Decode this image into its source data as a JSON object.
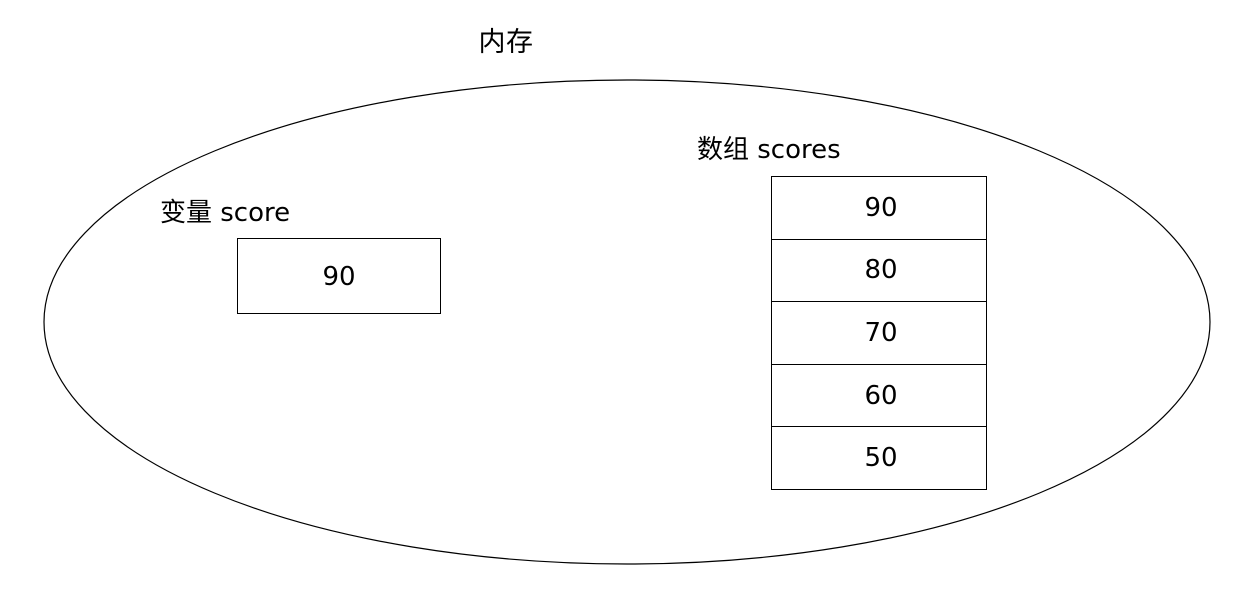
{
  "diagram": {
    "title": "内存",
    "shape": "ellipse",
    "stroke_color": "#000000",
    "background_color": "#ffffff"
  },
  "variable": {
    "label": "变量 score",
    "value": "90"
  },
  "array": {
    "label": "数组 scores",
    "cells": [
      {
        "value": "90"
      },
      {
        "value": "80"
      },
      {
        "value": "70"
      },
      {
        "value": "60"
      },
      {
        "value": "50"
      }
    ]
  }
}
